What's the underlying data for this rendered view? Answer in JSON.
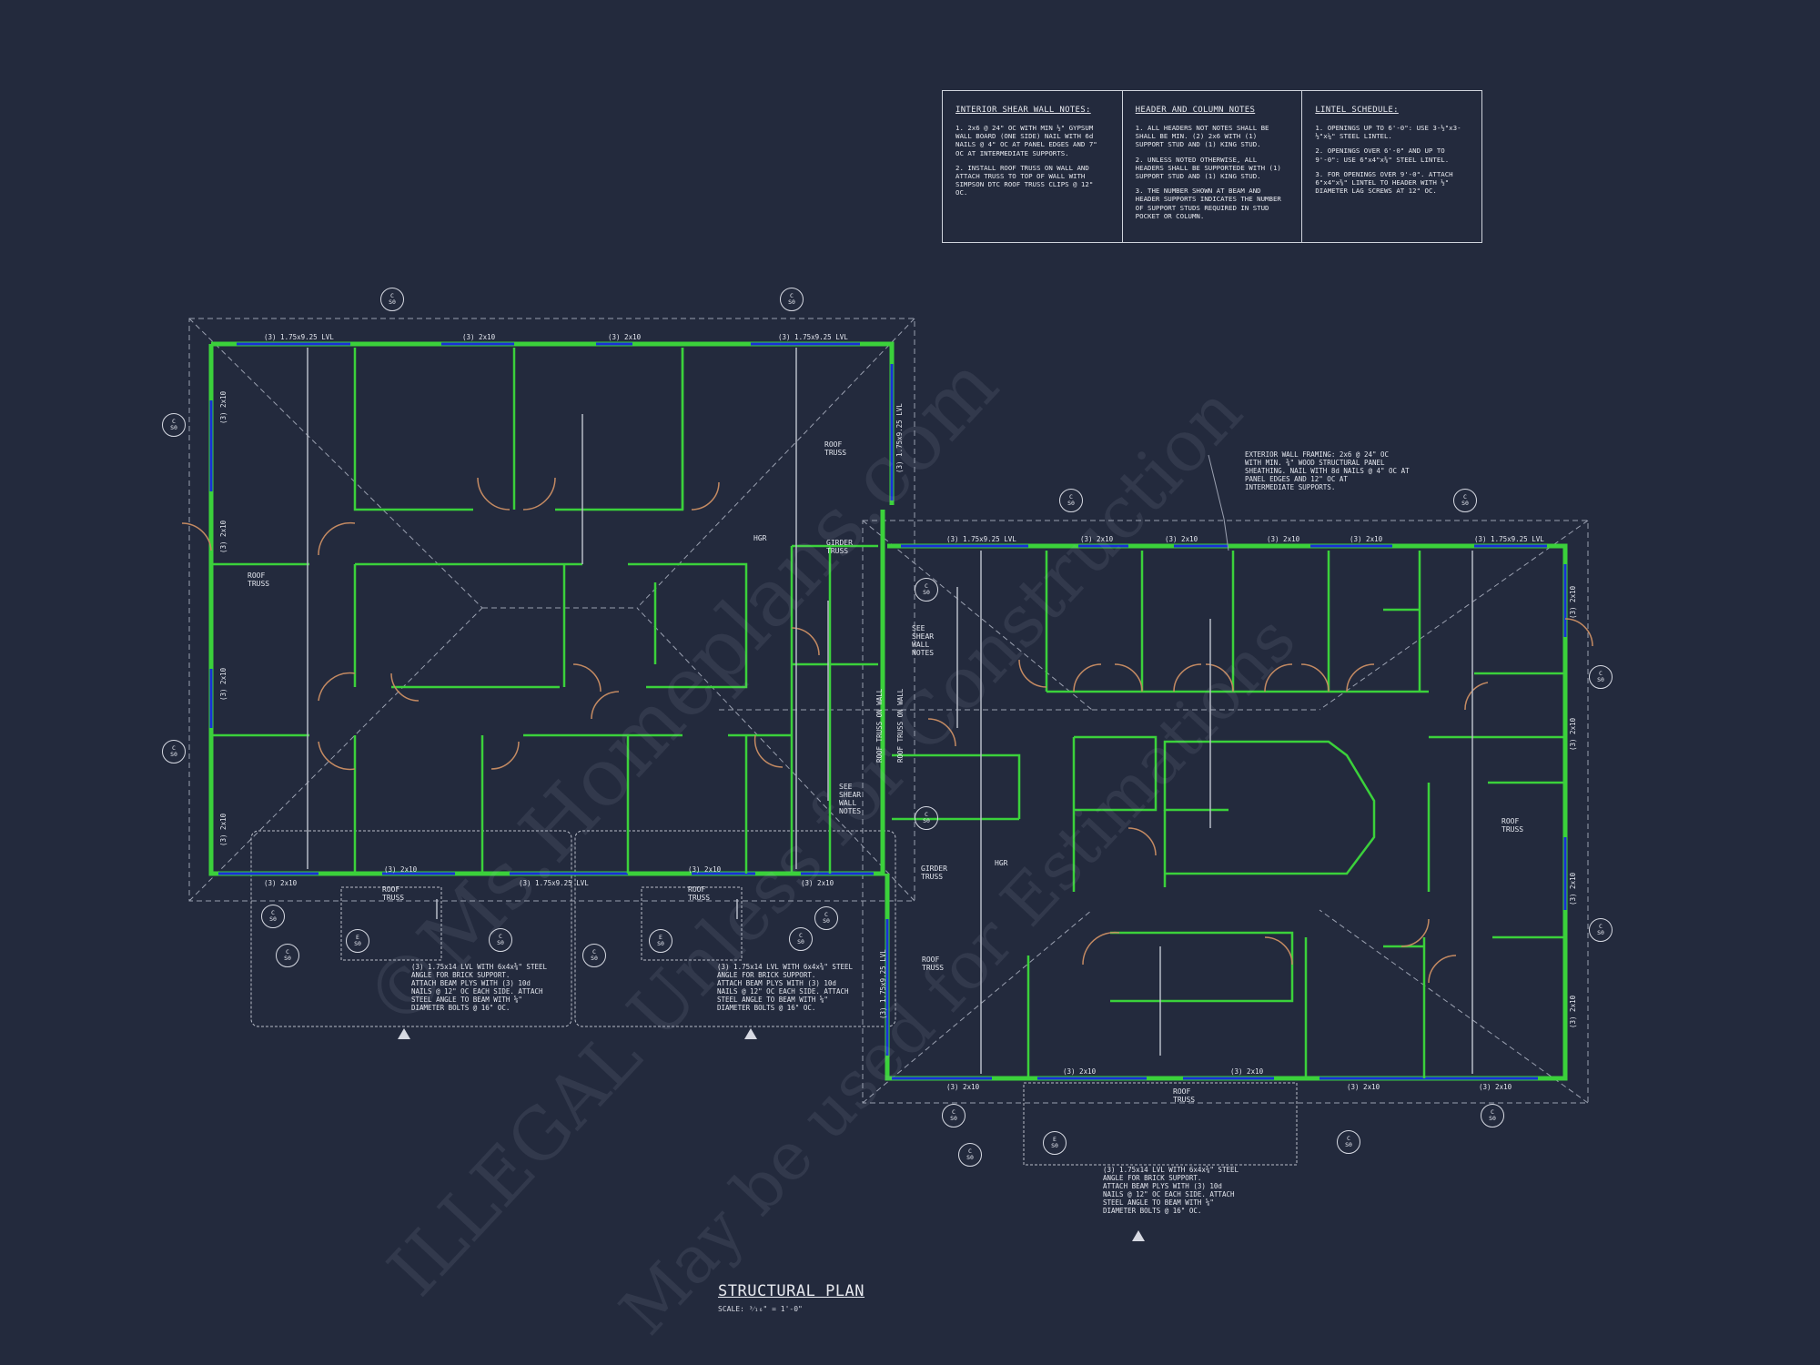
{
  "notes": {
    "shear_wall": {
      "heading": "INTERIOR SHEAR WALL NOTES:",
      "items": [
        "1. 2x6 @ 24\" OC WITH MIN ½\" GYPSUM WALL BOARD (ONE SIDE) NAIL WITH 6d NAILS @ 4\" OC AT PANEL EDGES AND 7\" OC AT INTERMEDIATE SUPPORTS.",
        "2. INSTALL ROOF TRUSS ON WALL AND ATTACH TRUSS TO TOP OF WALL WITH SIMPSON DTC ROOF TRUSS CLIPS @ 12\" OC."
      ]
    },
    "header_column": {
      "heading": "HEADER AND COLUMN NOTES",
      "items": [
        "1. ALL HEADERS NOT NOTES SHALL BE SHALL BE MIN. (2) 2x6 WITH (1) SUPPORT STUD AND (1) KING STUD.",
        "2. UNLESS NOTED OTHERWISE, ALL HEADERS SHALL BE SUPPORTEDE WITH (1) SUPPORT STUD AND (1) KING STUD.",
        "3. THE NUMBER SHOWN AT BEAM AND HEADER SUPPORTS INDICATES THE NUMBER OF SUPPORT STUDS REQUIRED IN STUD POCKET OR COLUMN."
      ]
    },
    "lintel": {
      "heading": "LINTEL SCHEDULE:",
      "items": [
        "1. OPENINGS UP TO 6'-0\": USE 3-½\"x3-½\"x¼\" STEEL LINTEL.",
        "2. OPENINGS OVER 6'-0\" AND UP TO 9'-0\": USE 6\"x4\"x⅜\" STEEL LINTEL.",
        "3. FOR OPENINGS OVER 9'-0\". ATTACH 6\"x4\"x⅜\" LINTEL TO HEADER WITH ½\" DIAMETER LAG SCREWS AT 12\" OC."
      ]
    }
  },
  "title": "STRUCTURAL PLAN",
  "scale": "SCALE: ³⁄₁₆\" = 1'-0\"",
  "watermark": {
    "line1": "©Ms.Homeplans.com",
    "line2": "ILLEGAL Unless for Construction",
    "line3": "May be used for Estimations"
  },
  "labels": {
    "roof_truss": "ROOF\nTRUSS",
    "girder_truss": "GIRDER\nTRUSS",
    "see_shear": "SEE\nSHEAR\nWALL\nNOTES",
    "hgr": "HGR",
    "roof_truss_on_wall": "ROOF TRUSS ON WALL",
    "ext_wall": "EXTERIOR WALL FRAMING: 2x6 @ 24\" OC\nWITH MIN. ⅜\" WOOD STRUCTURAL PANEL\nSHEATHING. NAIL WITH 8d NAILS @ 4\" OC AT\nPANEL EDGES AND 12\" OC AT\nINTERMEDIATE SUPPORTS.",
    "beam_note": "(3) 1.75x14 LVL WITH 6x4x⅜\" STEEL\nANGLE FOR BRICK SUPPORT.\nATTACH BEAM PLYS WITH (3) 10d\nNAILS @ 12\" OC EACH SIDE. ATTACH\nSTEEL ANGLE TO BEAM WITH ⅝\"\nDIAMETER BOLTS @ 16\" OC."
  },
  "dims": {
    "lvl": "(3) 1.75x9.25 LVL",
    "x10": "(3) 2x10"
  },
  "tags": {
    "c": "C",
    "e": "E",
    "s": "S0"
  },
  "colors": {
    "background": "#232a3d",
    "wall": "#3bd13b",
    "beam": "#1a2fd6",
    "door": "#c48a62",
    "line": "#cfd3dc"
  }
}
